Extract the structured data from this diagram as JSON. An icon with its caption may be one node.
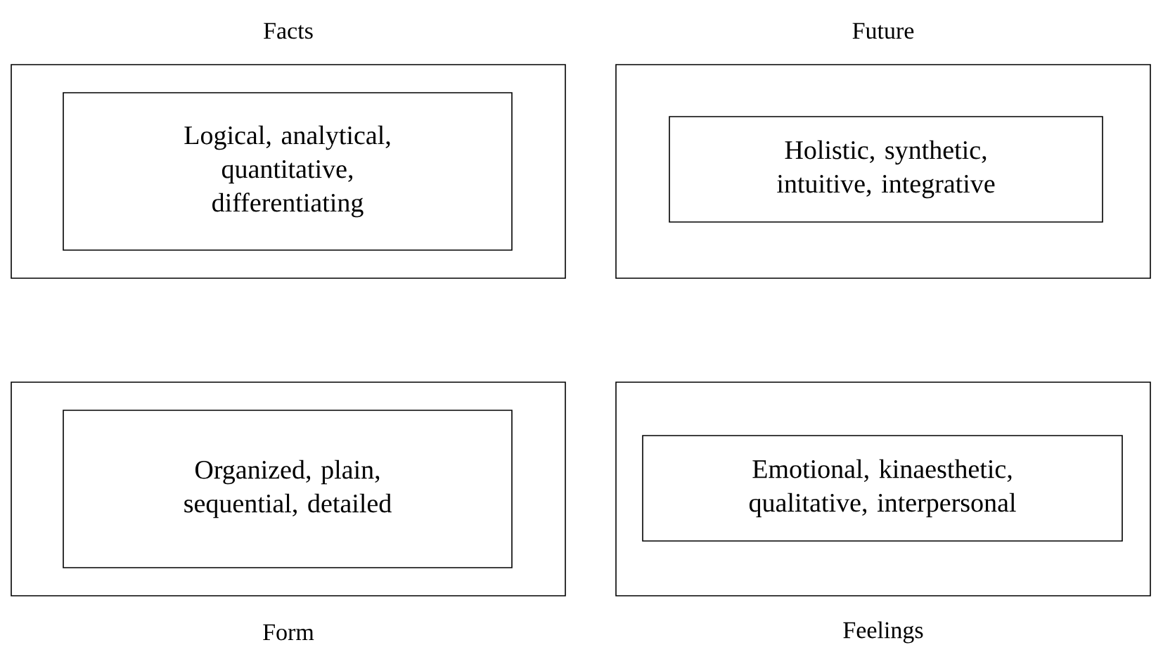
{
  "diagram": {
    "nodes": [
      {
        "text": [
          "Facts"
        ]
      },
      {
        "text": [
          "Logical, analytical, quantitative, differentiating"
        ],
        "in": 0
      },
      {
        "text": [
          "Future"
        ]
      },
      {
        "text": [
          "Holistic, synthetic, intuitive, integrative"
        ],
        "in": 2
      },
      {
        "text": [
          "Form"
        ]
      },
      {
        "text": [
          "Organized, plain, sequential, detailed"
        ],
        "in": 4
      },
      {
        "text": [
          "Feelings"
        ]
      },
      {
        "text": [
          "Emotional, kinaesthetic, qualitative, interpersonal"
        ],
        "in": 6
      }
    ]
  }
}
